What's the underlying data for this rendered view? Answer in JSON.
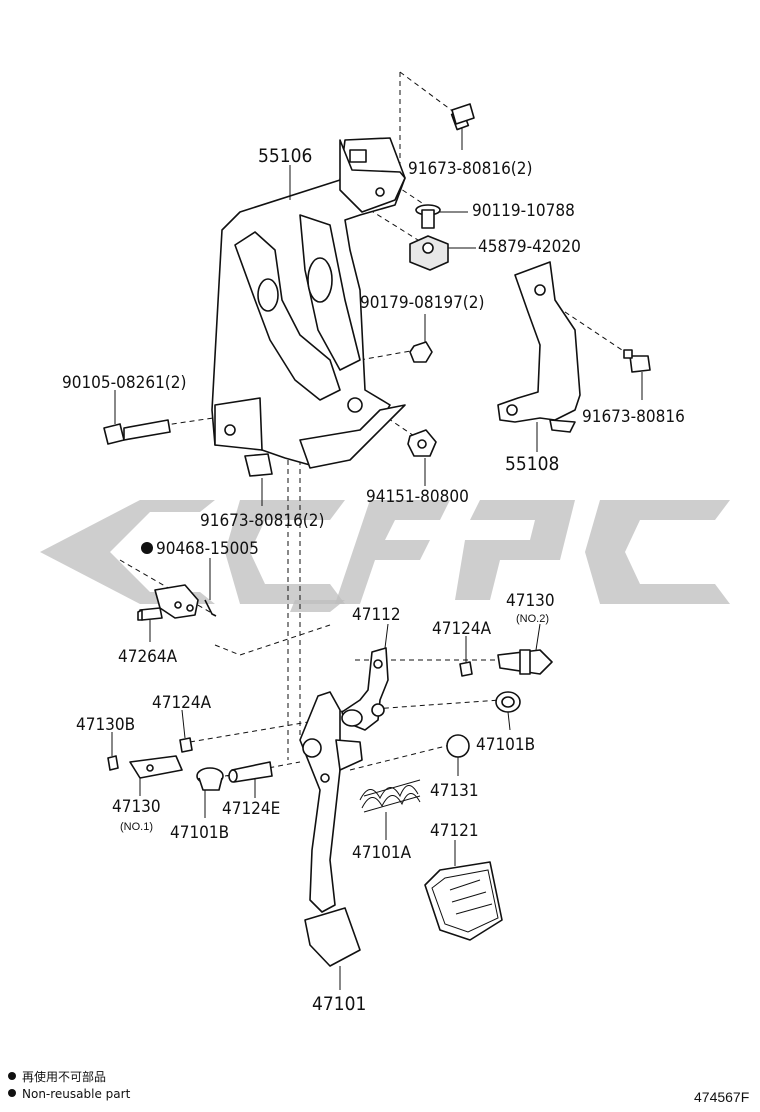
{
  "labels": {
    "p55106": "55106",
    "p91673_80816_2_top": "91673-80816(2)",
    "p90119": "90119-10788",
    "p45879": "45879-42020",
    "p90179": "90179-08197(2)",
    "p90105": "90105-08261(2)",
    "p91673_80816_right": "91673-80816",
    "p55108": "55108",
    "p94151": "94151-80800",
    "p91673_80816_2_bottom": "91673-80816(2)",
    "p90468": "90468-15005",
    "p47264A": "47264A",
    "p47112": "47112",
    "p47124A_right": "47124A",
    "p47130_right": "47130",
    "p47130_right_sub": "(NO.2)",
    "p47124A_left": "47124A",
    "p47130B": "47130B",
    "p47101B_right": "47101B",
    "p47130_left": "47130",
    "p47130_left_sub": "(NO.1)",
    "p47124E": "47124E",
    "p47101B_left": "47101B",
    "p47131": "47131",
    "p47121": "47121",
    "p47101A": "47101A",
    "p47101": "47101"
  },
  "legend": {
    "line1": "再使用不可部品",
    "line2": "Non-reusable part"
  },
  "diagram_code": "474567F"
}
